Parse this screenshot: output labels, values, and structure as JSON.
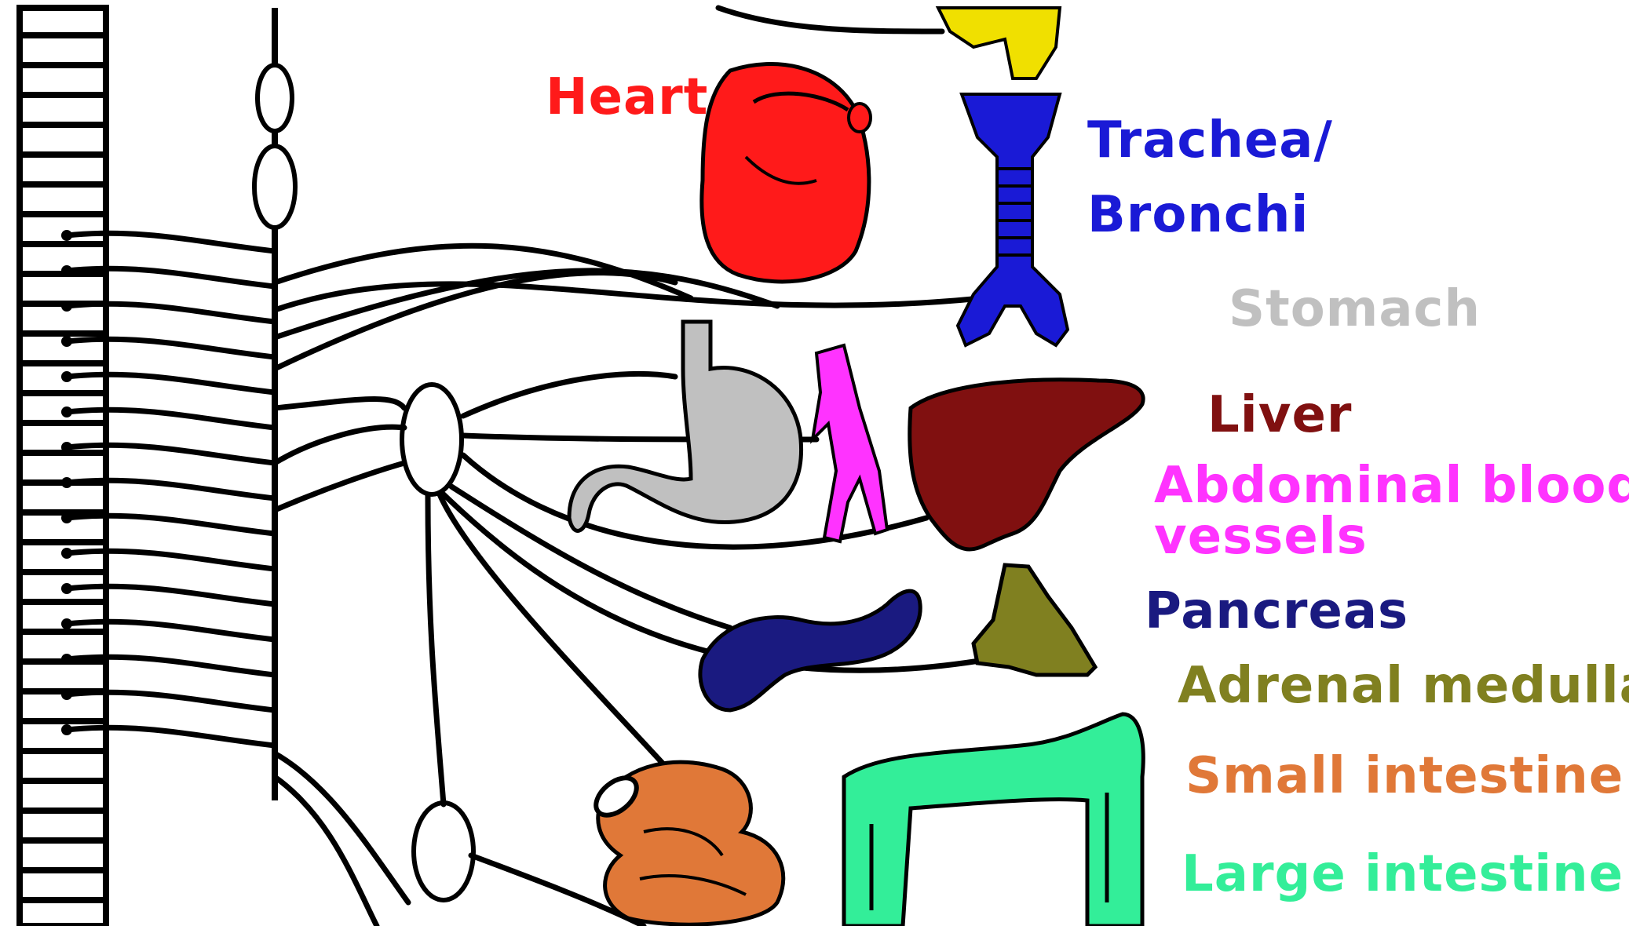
{
  "labels": {
    "heart": "Heart",
    "trachea_line1": "Trachea/",
    "trachea_line2": "Bronchi",
    "stomach": "Stomach",
    "liver": "Liver",
    "abdominal_line1": "Abdominal blood",
    "abdominal_line2": "vessels",
    "pancreas": "Pancreas",
    "adrenal": "Adrenal medulla",
    "small_intestine": "Small intestine",
    "large_intestine": "Large intestine"
  },
  "colors": {
    "heart": "#ff1a1a",
    "trachea": "#1a1ad6",
    "stomach": "#c0c0c0",
    "liver": "#801010",
    "abdominal_vessels": "#ff33ff",
    "pancreas": "#1a1a80",
    "adrenal": "#808020",
    "small_intestine": "#e07838",
    "large_intestine": "#33ee99",
    "thyroid": "#f0e000"
  }
}
